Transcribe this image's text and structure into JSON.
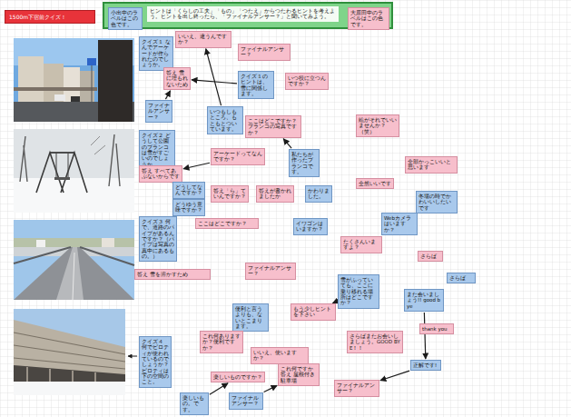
{
  "diagram": {
    "title": "1500m下宿前クイズ！",
    "nodes": [
      {
        "text": [
          "ヒントは「くらしの工夫」「もの」「つたえ」からつたわるヒントを考えよう。ヒントを出し終ったら、「ファイナルアンサー？」と聞いてみよう。"
        ]
      },
      {
        "text": [
          "小出中のラベルはこの色です。"
        ],
        "in": 0
      },
      {
        "text": [
          "大原田中のラベルはこの色です。"
        ],
        "in": 0
      },
      {
        "text": [
          "クイズ１ なんでアーケードが作られたのでしょうか。"
        ]
      },
      {
        "text": [
          "いいえ、違うんですか？"
        ]
      },
      {
        "text": [
          "ファイナルアンサー？"
        ]
      },
      {
        "text": [
          "答え 雪に埋もれないため"
        ]
      },
      {
        "text": [
          "クイズ１のヒントは、雪に関係します。"
        ]
      },
      {
        "text": [
          "いつ役に立つんですか？"
        ]
      },
      {
        "text": [
          "ファイナルアンサー？"
        ]
      },
      {
        "text": [
          "いつもしもところ、もともとついています。"
        ]
      },
      {
        "text": [
          "ここはどこですか？ブランコの写真ですか？"
        ]
      },
      {
        "text": [
          "絵がそれでいいませんか？（笑）"
        ]
      },
      {
        "text": [
          "クイズ２ どうして公園のブランコは雪がすごいのでしょうか。"
        ]
      },
      {
        "text": [
          "アーケードってなんですか？"
        ]
      },
      {
        "text": [
          "私たちが作ったブランコです。"
        ]
      },
      {
        "text": [
          "全部かっこいいと思います"
        ]
      },
      {
        "text": [
          "答え すべてあぶないからです"
        ]
      },
      {
        "text": [
          "全然いいです"
        ]
      },
      {
        "text": [
          "どうしてなんですか？"
        ]
      },
      {
        "text": [
          "答え「ら」ていんですか？"
        ]
      },
      {
        "text": [
          "答えが書かれましたか"
        ]
      },
      {
        "text": [
          "かわりました。"
        ]
      },
      {
        "text": [
          "冬場の時でかわいいしたいです"
        ]
      },
      {
        "text": [
          "どうゆう意味ですか？"
        ]
      },
      {
        "text": [
          "クイズ３ 何で、道路のパイプがあるんですか？（パイプは写真の真中にあるもの。）"
        ]
      },
      {
        "text": [
          "ここはどこですか？"
        ]
      },
      {
        "text": [
          "Webカメラはいますか？"
        ]
      },
      {
        "text": [
          "イワゴンはいますか？"
        ]
      },
      {
        "text": [
          "たくさんいますよ？"
        ]
      },
      {
        "text": [
          "さらば"
        ]
      },
      {
        "text": [
          "ファイナルアンサー？"
        ]
      },
      {
        "text": [
          "答え 雪を溶かすため"
        ]
      },
      {
        "text": [
          "さらば"
        ]
      },
      {
        "text": [
          "雪がふっていても、ここに乗り移れる場所はどこですか？"
        ]
      },
      {
        "text": [
          "もう少しヒントを下さい"
        ]
      },
      {
        "text": [
          "便利と言うよりも、ないとこまります。"
        ]
      },
      {
        "text": [
          "また会いましょう!! good bye"
        ]
      },
      {
        "text": [
          "thank you"
        ]
      },
      {
        "text": [
          "さらばまたお会いしましょう。GOOD BYE！！"
        ]
      },
      {
        "text": [
          "クイズ４ 何でピロティが使われているのでしょうか？ピロティは下の空間のこと。"
        ]
      },
      {
        "text": [
          "これ何ありますか？便利ですか？"
        ]
      },
      {
        "text": [
          "いいえ、使いますか？"
        ]
      },
      {
        "text": [
          "正解です!"
        ]
      },
      {
        "text": [
          "楽しいものですか？"
        ]
      },
      {
        "text": [
          "これ何ですか 答え 屋根付き駐車場"
        ]
      },
      {
        "text": [
          "ファイナルアンサー？"
        ]
      },
      {
        "text": [
          "楽しいもの。です。"
        ]
      },
      {
        "text": [
          "ファイナルアンサー？"
        ]
      }
    ],
    "edges": [
      {
        "from": 10,
        "to": 4,
        "arrow": "to"
      },
      {
        "from": 7,
        "to": 6,
        "arrow": "to"
      },
      {
        "from": 9,
        "to": 6,
        "arrow": "to"
      },
      {
        "from": 15,
        "to": 11,
        "arrow": "to"
      },
      {
        "from": 14,
        "to": 17,
        "arrow": "to"
      },
      {
        "from": 19,
        "to": 17,
        "arrow": "to"
      },
      {
        "from": 34,
        "to": 35,
        "arrow": "to"
      },
      {
        "from": 36,
        "to": 41,
        "arrow": "to"
      },
      {
        "from": 37,
        "to": 43,
        "arrow": "to"
      },
      {
        "from": 43,
        "to": 46,
        "arrow": "to"
      },
      {
        "from": 48,
        "to": 45,
        "arrow": "to"
      },
      {
        "from": 47,
        "to": 44,
        "arrow": "to"
      }
    ]
  }
}
